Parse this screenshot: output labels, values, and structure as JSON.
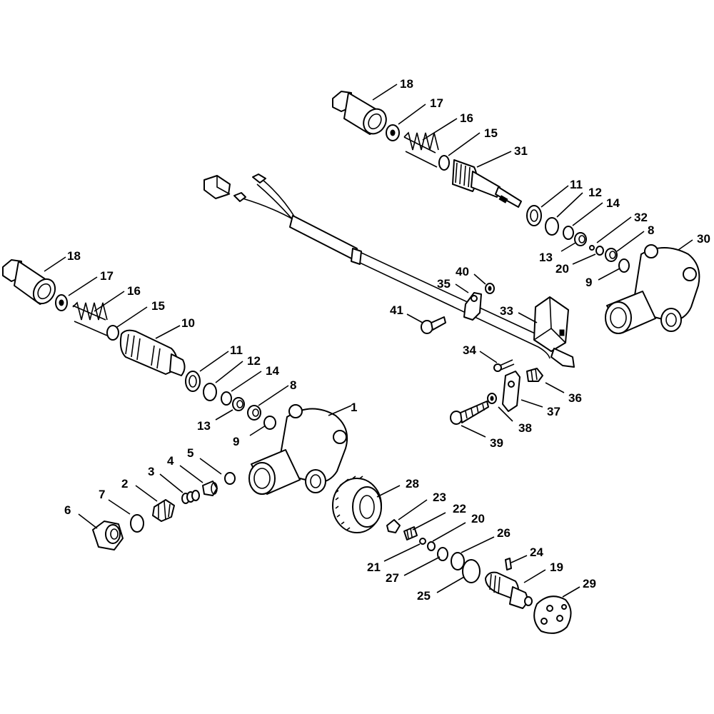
{
  "diagram": {
    "callouts": [
      "1",
      "2",
      "3",
      "4",
      "5",
      "6",
      "7",
      "8",
      "9",
      "10",
      "11",
      "12",
      "13",
      "14",
      "15",
      "16",
      "17",
      "18",
      "19",
      "20",
      "21",
      "22",
      "23",
      "24",
      "25",
      "26",
      "27",
      "28",
      "29",
      "30",
      "31",
      "32",
      "33",
      "34",
      "35",
      "36",
      "37",
      "38",
      "39",
      "40",
      "41"
    ]
  }
}
